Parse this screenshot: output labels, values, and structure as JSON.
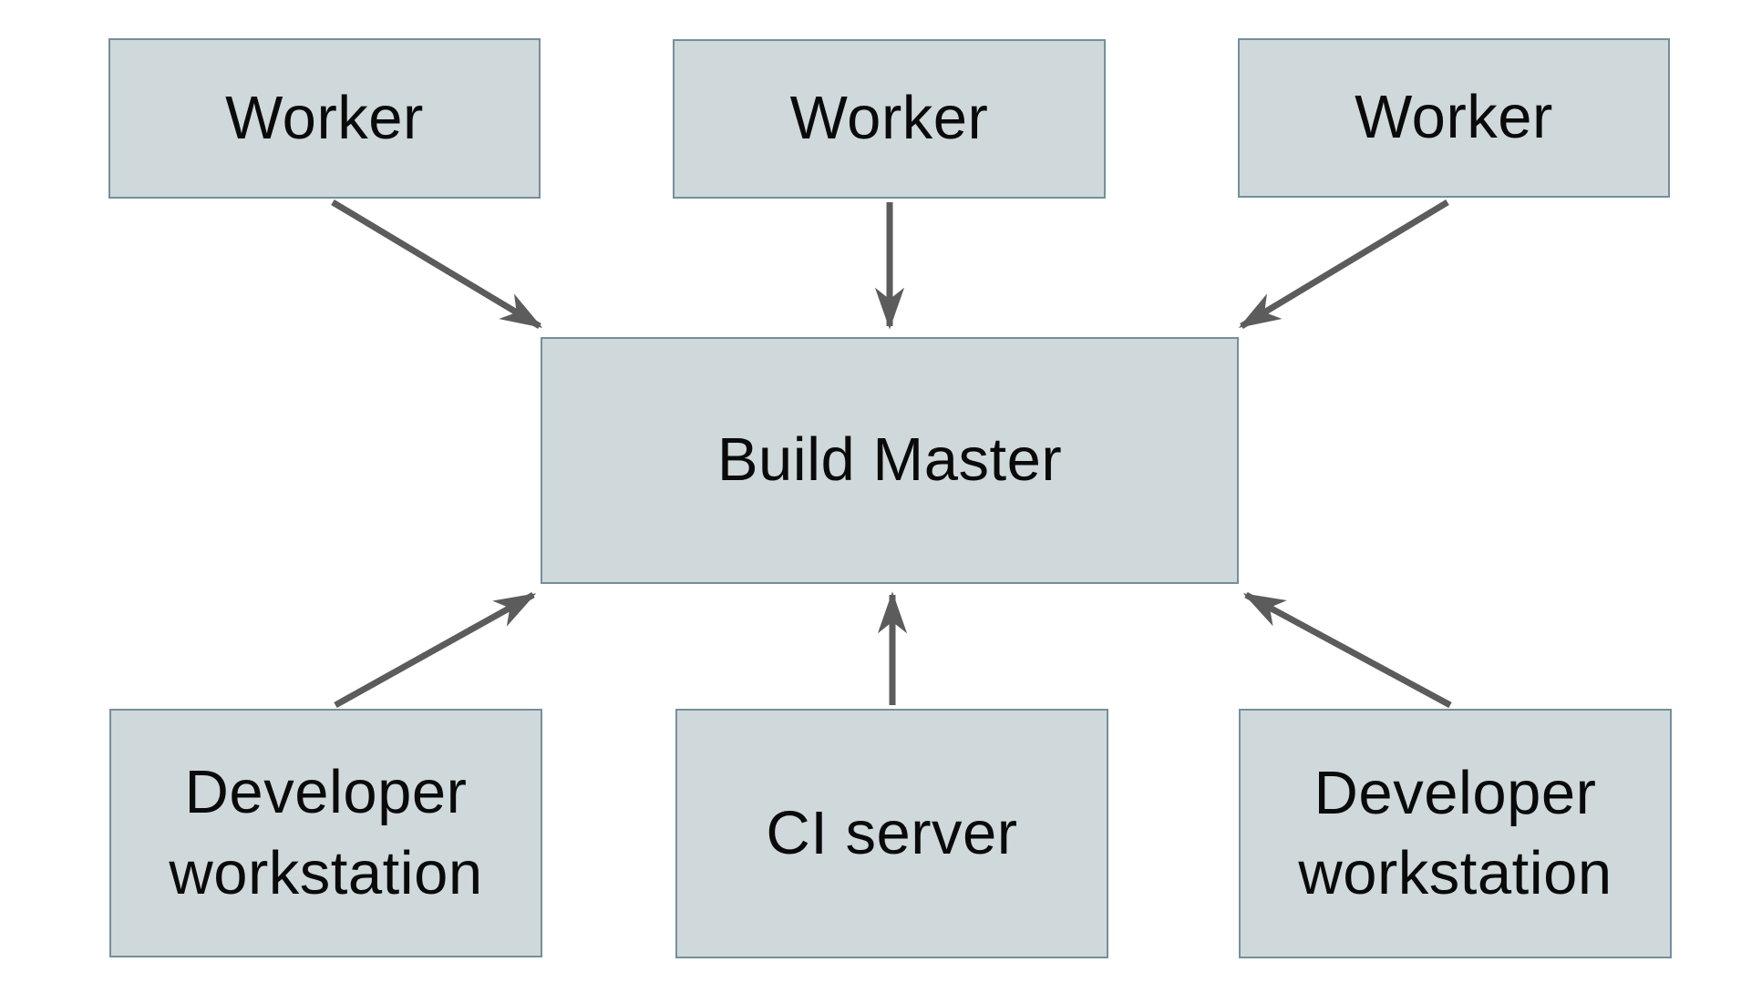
{
  "diagram_type": "architecture-diagram",
  "nodes": {
    "worker_1": {
      "label": "Worker"
    },
    "worker_2": {
      "label": "Worker"
    },
    "worker_3": {
      "label": "Worker"
    },
    "build_master": {
      "label": "Build Master"
    },
    "developer_workstation_1": {
      "label": "Developer workstation"
    },
    "ci_server": {
      "label": "CI server"
    },
    "developer_workstation_2": {
      "label": "Developer workstation"
    }
  },
  "connections": [
    {
      "from": "worker_1",
      "to": "build_master",
      "direction": "into-build-master"
    },
    {
      "from": "worker_2",
      "to": "build_master",
      "direction": "into-build-master"
    },
    {
      "from": "worker_3",
      "to": "build_master",
      "direction": "into-build-master"
    },
    {
      "from": "developer_workstation_1",
      "to": "build_master",
      "direction": "into-build-master"
    },
    {
      "from": "ci_server",
      "to": "build_master",
      "direction": "into-build-master"
    },
    {
      "from": "developer_workstation_2",
      "to": "build_master",
      "direction": "into-build-master"
    }
  ],
  "colors": {
    "background": "#ffffff",
    "box_fill": "#cfd8da",
    "box_border": "#74909b",
    "arrow": "#5c5c5c",
    "text": "#0a0a0a"
  }
}
